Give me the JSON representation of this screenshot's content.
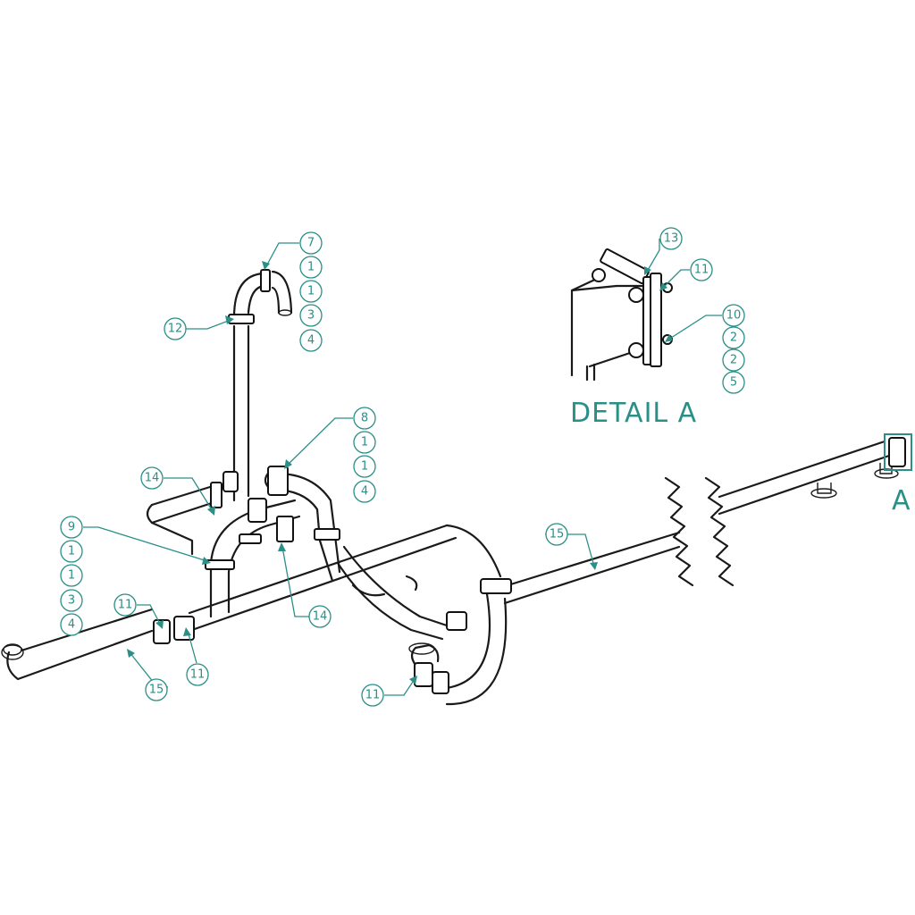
{
  "balloons": {
    "b7": "7",
    "b7a": "1",
    "b7b": "1",
    "b7c": "3",
    "b7d": "4",
    "b12": "12",
    "b8": "8",
    "b8a": "1",
    "b8b": "1",
    "b8c": "4",
    "b14a": "14",
    "b9": "9",
    "b9a": "1",
    "b9b": "1",
    "b9c": "3",
    "b9d": "4",
    "b15a": "15",
    "b11a": "11",
    "b11b": "11",
    "b11c": "11",
    "b14b": "14",
    "b15b": "15",
    "b13": "13",
    "b11d": "11",
    "b10": "10",
    "b10a": "2",
    "b10b": "2",
    "b10c": "5"
  },
  "detail_title": "DETAIL A",
  "detail_marker": "A",
  "colors": {
    "callout": "#2a8f87",
    "line": "#1a1a1a"
  }
}
